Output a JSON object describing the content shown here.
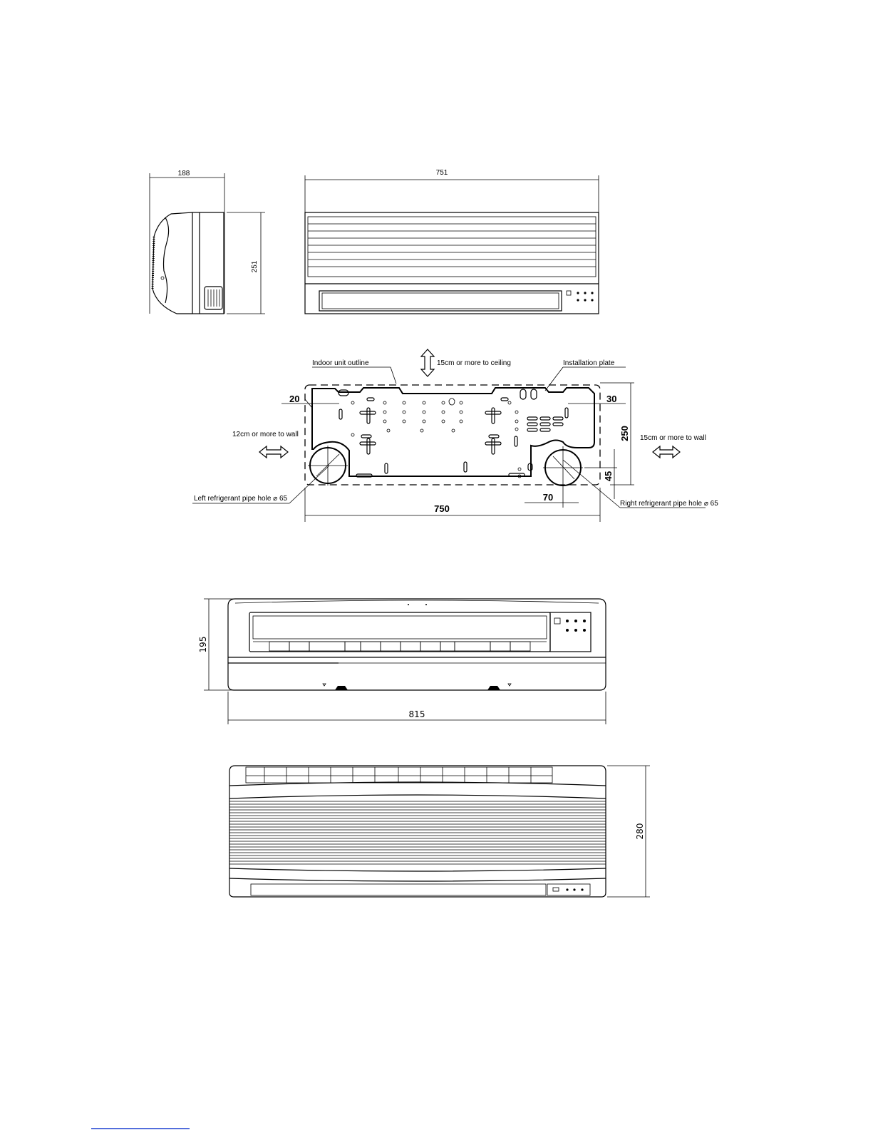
{
  "views": {
    "side_view": {
      "width_label": "188",
      "height_label": "251"
    },
    "front_view": {
      "width_label": "751"
    },
    "installation": {
      "outline_label": "Indoor unit outline",
      "ceiling_label": "15cm or more to ceiling",
      "plate_label": "Installation plate",
      "left_wall_label": "12cm or more to wall",
      "right_wall_label": "15cm or more to wall",
      "left_hole_label": "Left refrigerant pipe hole  ⌀ 65",
      "right_hole_label": "Right refrigerant pipe hole  ⌀ 65",
      "dim_left": "20",
      "dim_right": "30",
      "dim_height": "250",
      "dim_45": "45",
      "dim_70": "70",
      "dim_width": "750"
    },
    "unit_2_view_1": {
      "height_label": "195",
      "width_label": "815"
    },
    "unit_2_view_2": {
      "height_label": "280"
    }
  }
}
